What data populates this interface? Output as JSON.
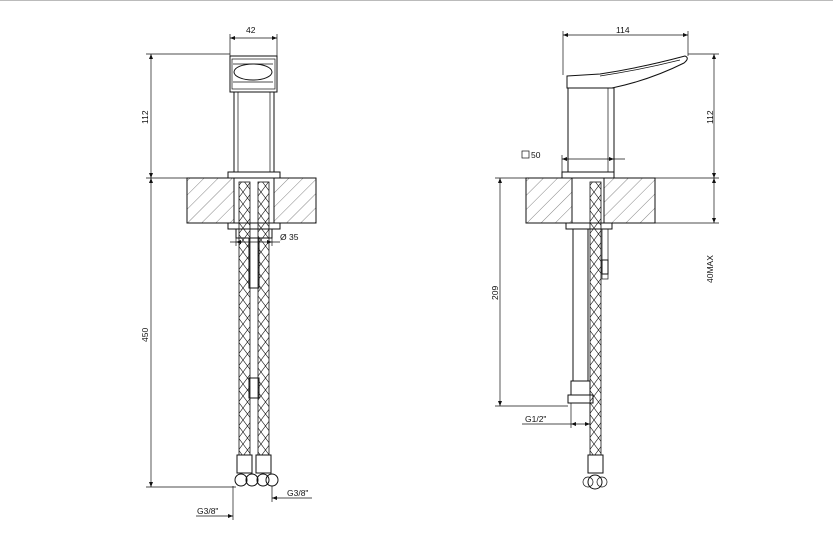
{
  "front_view": {
    "dim_width": "42",
    "dim_height_top": "112",
    "dim_diameter": "Ø 35",
    "dim_length": "450",
    "dim_thread_right": "G3/8\"",
    "dim_thread_left": "G3/8\""
  },
  "side_view": {
    "dim_length_top": "114",
    "dim_height_top": "112",
    "dim_square": "50",
    "dim_depth": "209",
    "dim_max": "40MAX",
    "dim_thread": "G1/2\""
  }
}
